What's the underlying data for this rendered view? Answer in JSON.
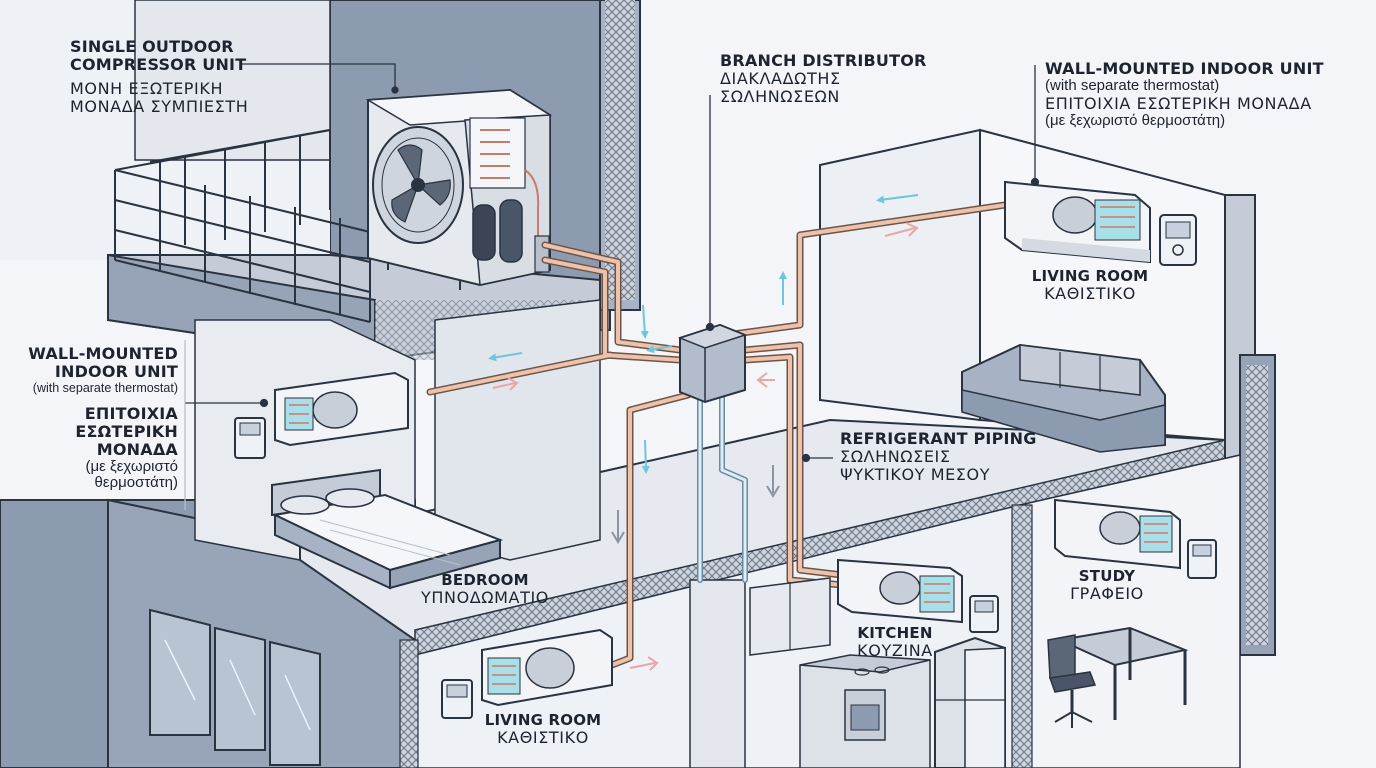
{
  "labels": {
    "outdoor_unit": {
      "en": "SINGLE OUTDOOR COMPRESSOR UNIT",
      "en_line1": "SINGLE OUTDOOR",
      "en_line2": "COMPRESSOR UNIT",
      "gr_line1": "ΜΟΝΗ ΕΞΩΤΕΡΙΚΗ",
      "gr_line2": "ΜΟΝΑΔΑ ΣΥΜΠΙΕΣΤΗ"
    },
    "branch_distributor": {
      "en": "BRANCH DISTRIBUTOR",
      "gr_line1": "ΔΙΑΚΛΑΔΩΤΗΣ",
      "gr_line2": "ΣΩΛΗΝΩΣΕΩΝ"
    },
    "wall_unit_right": {
      "en": "WALL-MOUNTED INDOOR UNIT",
      "sub": "(with separate thermostat)",
      "gr_line1": "ΕΠΙΤΟΙΧΙΑ ΕΣΩΤΕΡΙΚΗ ΜΟΝΑΔΑ",
      "gr_line2": "(με ξεχωριστό θερμοστάτη)"
    },
    "wall_unit_left": {
      "en_line1": "WALL-MOUNTED",
      "en_line2": "INDOOR UNIT",
      "sub": "(with separate thermostat)",
      "gr_line1": "ΕΠΙΤΟΙΧΙΑ",
      "gr_line2": "ΕΣΩΤΕΡΙΚΗ",
      "gr_line3": "ΜΟΝΑΔΑ",
      "gr_line4": "(με ξεχωριστό",
      "gr_line5": "θερμοστάτη)"
    },
    "refrigerant_piping": {
      "en": "REFRIGERANT PIPING",
      "gr_line1": "ΣΩΛΗΝΩΣΕΙΣ",
      "gr_line2": "ΨΥΚΤΙΚΟΥ ΜΕΣΟΥ"
    }
  },
  "rooms": {
    "living_upper": {
      "en": "LIVING ROOM",
      "gr": "ΚΑΘΙΣΤΙΚΟ"
    },
    "bedroom": {
      "en": "BEDROOM",
      "gr": "ΥΠΝΟΔΩΜΑΤΙΟ"
    },
    "study": {
      "en": "STUDY",
      "gr": "ΓΡΑΦΕΙΟ"
    },
    "kitchen": {
      "en": "KITCHEN",
      "gr": "ΚΟΥΖΙΝΑ"
    },
    "living_lower": {
      "en": "LIVING ROOM",
      "gr": "ΚΑΘΙΣΤΙΚΟ"
    }
  },
  "colors": {
    "wall_dark": "#8d9bb0",
    "wall_light": "#e6eaf0",
    "pipe": "#e8b8a0",
    "pipe_stroke": "#8a6a5a",
    "cool_arrow": "#6cc6dc",
    "warm_arrow": "#e9a6a6",
    "unit_body": "#f2f4f7",
    "outline": "#2a3340"
  },
  "icons": [
    "fan-icon",
    "compressor-icon",
    "thermostat-icon",
    "sofa-icon",
    "bed-icon",
    "desk-icon",
    "chair-icon",
    "fridge-icon",
    "stove-icon"
  ]
}
